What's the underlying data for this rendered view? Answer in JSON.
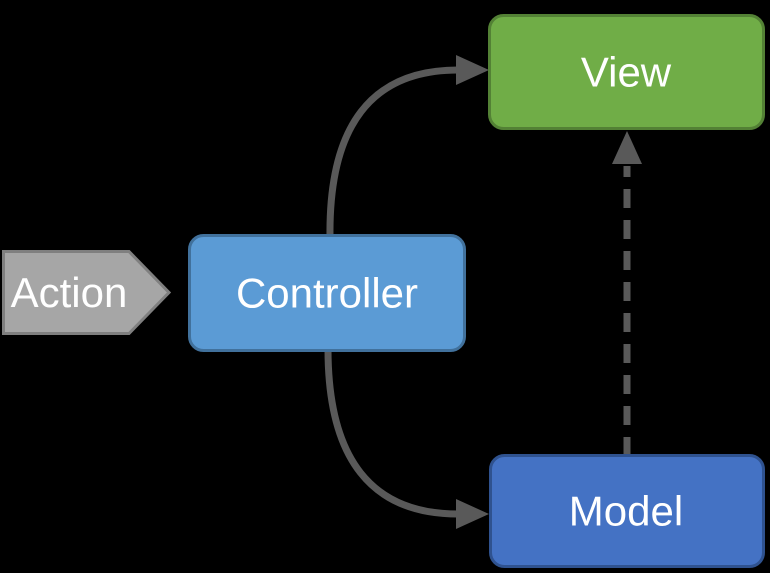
{
  "diagram": {
    "title": "MVC pattern diagram",
    "nodes": {
      "action": {
        "label": "Action",
        "shape": "chevron-right",
        "fill": "#A6A6A6",
        "border": "#7F7F7F"
      },
      "controller": {
        "label": "Controller",
        "shape": "rounded-rectangle",
        "fill": "#5B9BD5",
        "border": "#41719C"
      },
      "view": {
        "label": "View",
        "shape": "rounded-rectangle",
        "fill": "#70AD47",
        "border": "#538135"
      },
      "model": {
        "label": "Model",
        "shape": "rounded-rectangle",
        "fill": "#4472C4",
        "border": "#2F528F"
      }
    },
    "edges": [
      {
        "from": "action",
        "to": "controller",
        "style": "chevron-pointer"
      },
      {
        "from": "controller",
        "to": "view",
        "style": "solid-curved-arrow"
      },
      {
        "from": "controller",
        "to": "model",
        "style": "solid-curved-arrow"
      },
      {
        "from": "model",
        "to": "view",
        "style": "dashed-straight-arrow"
      }
    ],
    "colors": {
      "background": "#000000",
      "arrow": "#595959",
      "text": "#FFFFFF"
    }
  }
}
